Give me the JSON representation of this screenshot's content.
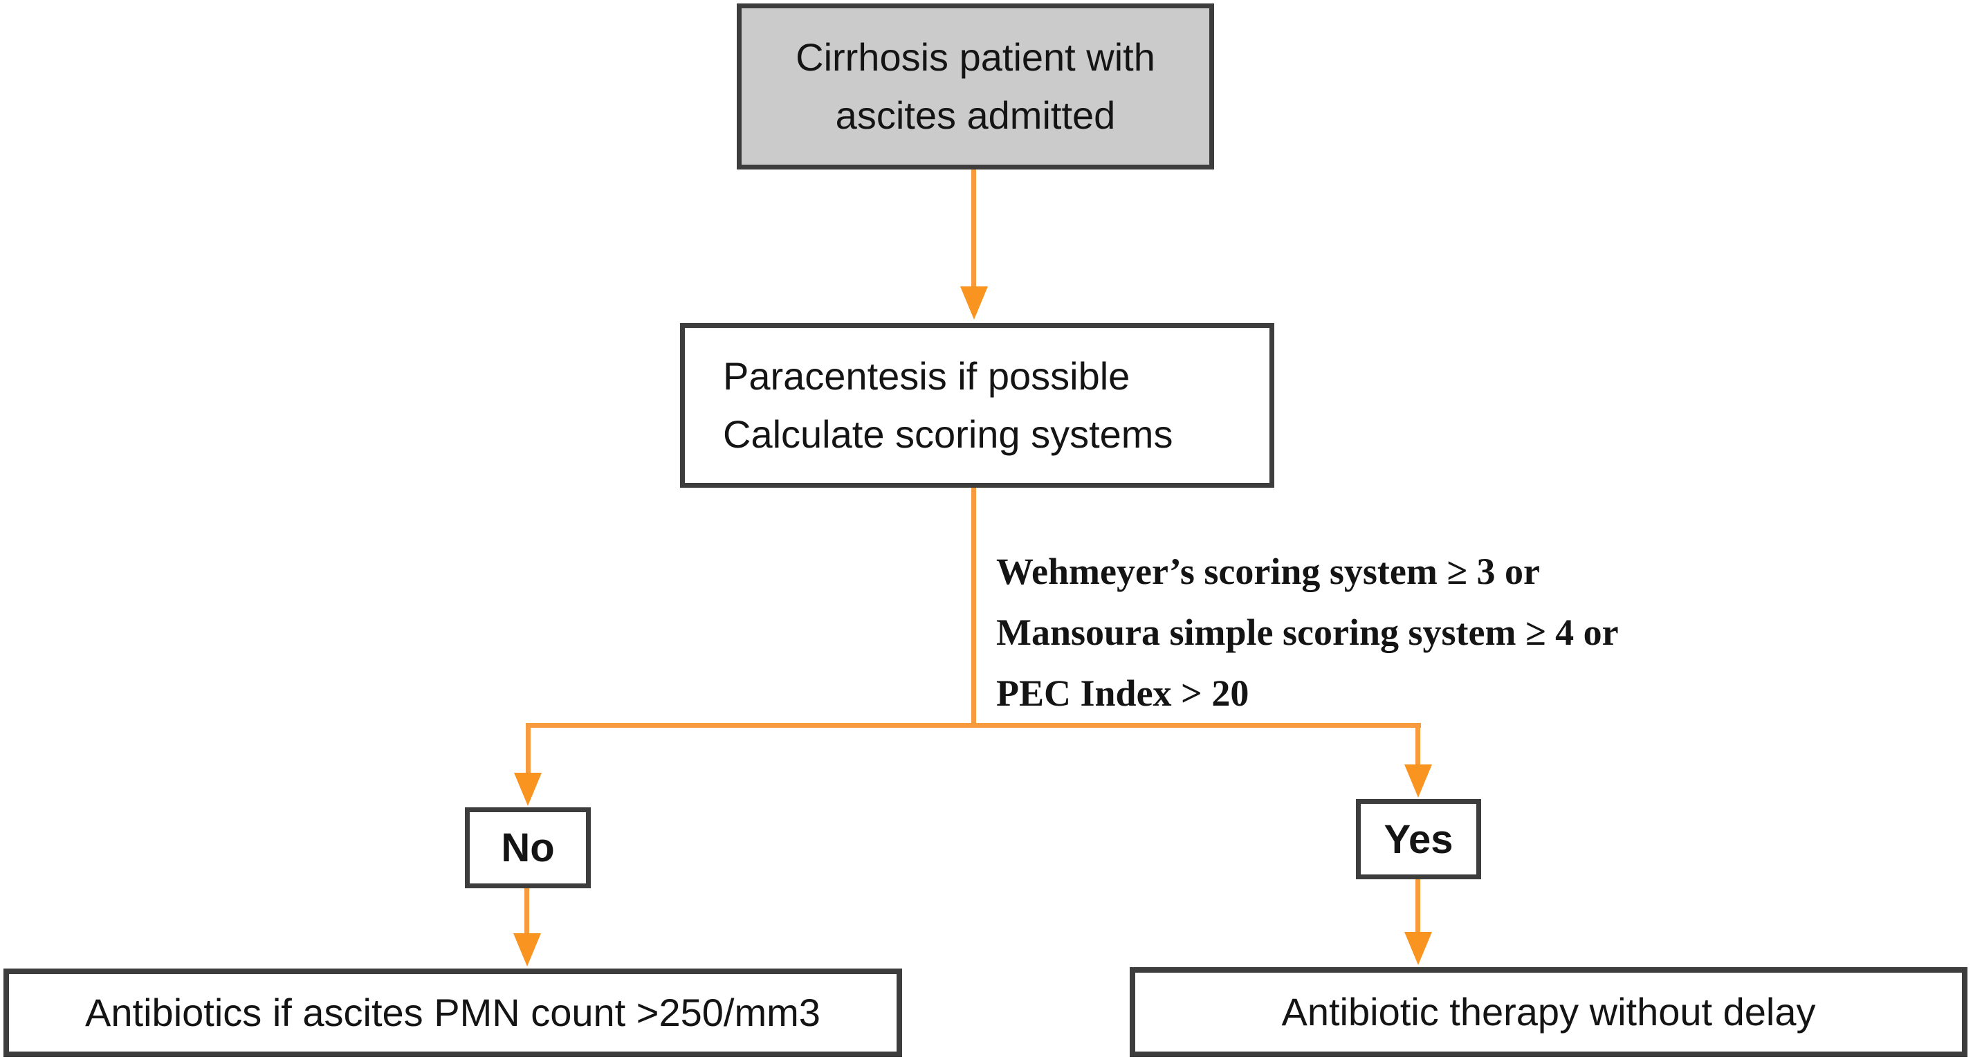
{
  "nodes": {
    "admitted": {
      "line1": "Cirrhosis patient with",
      "line2": "ascites admitted"
    },
    "paracentesis": {
      "line1": "Paracentesis if possible",
      "line2": "Calculate scoring systems"
    },
    "criteria": {
      "line1": "Wehmeyer’s scoring system ≥ 3 or",
      "line2": "Mansoura simple scoring system ≥ 4 or",
      "line3": "PEC Index > 20"
    },
    "no": {
      "label": "No"
    },
    "yes": {
      "label": "Yes"
    },
    "antibiotics_pmn": {
      "label": "Antibiotics if ascites PMN count >250/mm3"
    },
    "antibiotic_therapy": {
      "label": "Antibiotic therapy without delay"
    }
  },
  "colors": {
    "arrow": "#F89B3F",
    "arrowhead": "#F8941F",
    "box_border": "#3D3D3D",
    "admitted_fill": "#CBCBCB",
    "text": "#141414",
    "bg": "#FFFFFF"
  }
}
